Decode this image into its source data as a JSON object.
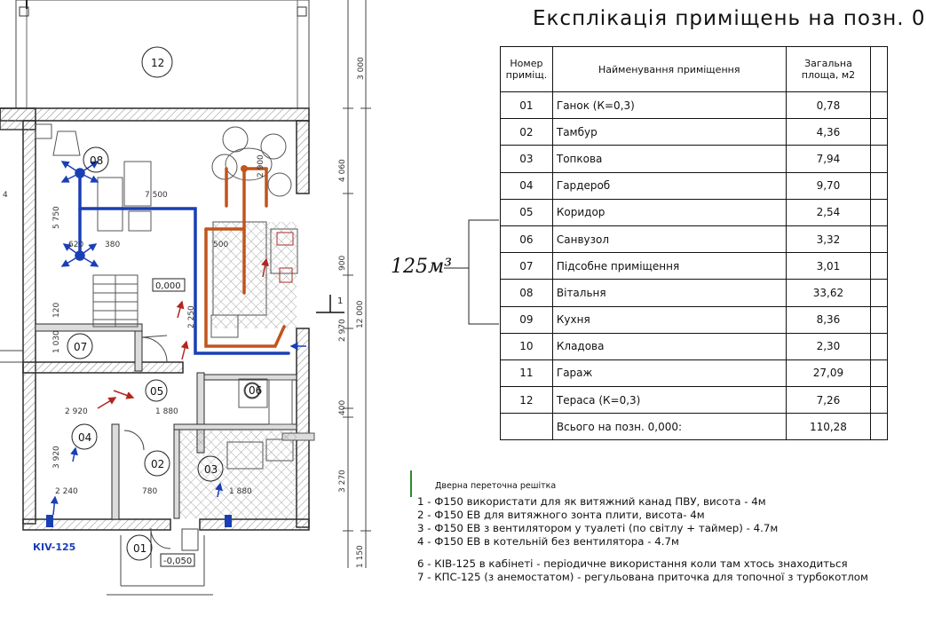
{
  "table": {
    "title": "Експлікація приміщень на позн. 0",
    "headers": [
      "Номер приміщ.",
      "Найменування приміщення",
      "Загальна площа, м2"
    ],
    "rows": [
      {
        "num": "01",
        "name": "Ганок (К=0,3)",
        "area": "0,78"
      },
      {
        "num": "02",
        "name": "Тамбур",
        "area": "4,36"
      },
      {
        "num": "03",
        "name": "Топкова",
        "area": "7,94"
      },
      {
        "num": "04",
        "name": "Гардероб",
        "area": "9,70"
      },
      {
        "num": "05",
        "name": "Коридор",
        "area": "2,54"
      },
      {
        "num": "06",
        "name": "Санвузол",
        "area": "3,32"
      },
      {
        "num": "07",
        "name": "Підсобне приміщення",
        "area": "3,01"
      },
      {
        "num": "08",
        "name": "Вітальня",
        "area": "33,62"
      },
      {
        "num": "09",
        "name": "Кухня",
        "area": "8,36"
      },
      {
        "num": "10",
        "name": "Кладова",
        "area": "2,30"
      },
      {
        "num": "11",
        "name": "Гараж",
        "area": "27,09"
      },
      {
        "num": "12",
        "name": "Тераса (К=0,3)",
        "area": "7,26"
      }
    ],
    "total": {
      "label": "Всього на позн. 0,000:",
      "area": "110,28"
    }
  },
  "handwritten": "125м³",
  "notes": {
    "title": "Дверна переточна решітка",
    "lines": [
      "1 - Ф150 використати для як витяжний канад ПВУ, висота - 4м",
      "2 - Ф150 ЕВ для витяжного зонта плити, висота- 4м",
      "3 - Ф150 ЕВ з вентилятором у туалеті (по світлу + таймер) - 4.7м",
      "4 - Ф150 ЕВ в котельній без вентилятора - 4.7м"
    ],
    "lines2": [
      "6 - КІВ-125 в кабінеті - періодичне використання коли там хтось знаходиться",
      "7 - КПС-125 (з анемостатом) - регульована приточка для топочної з турбокотлом"
    ]
  },
  "plan": {
    "rooms": [
      "12",
      "08",
      "07",
      "05",
      "04",
      "02",
      "03",
      "01",
      "06"
    ],
    "level_main": "0,000",
    "level_porch": "-0,050",
    "kiv_label": "КІV-125",
    "section_mark": "1",
    "dims": {
      "d3000": "3 000",
      "d4060": "4 060",
      "d12000": "12 000",
      "d2970": "2 970",
      "d3270": "3 270",
      "d900": "900",
      "d1150": "1 150",
      "d400": "400",
      "d7500": "7 500",
      "d5750": "5 750",
      "d620": "620",
      "d380": "380",
      "d2900": "2 900",
      "d500": "500",
      "d2250": "2 250",
      "d120": "120",
      "d1030": "1 030",
      "d2920": "2 920",
      "d1880": "1 880",
      "d3920": "3 920",
      "d2240": "2 240",
      "d780": "780",
      "d1880b": "1 880",
      "d4": "4"
    }
  },
  "colors": {
    "wall": "#2b2b2b",
    "duct_blue": "#1a3fb5",
    "duct_orange": "#c2541c",
    "arrow_red": "#b3261e",
    "hatch": "#9a9a9a"
  }
}
